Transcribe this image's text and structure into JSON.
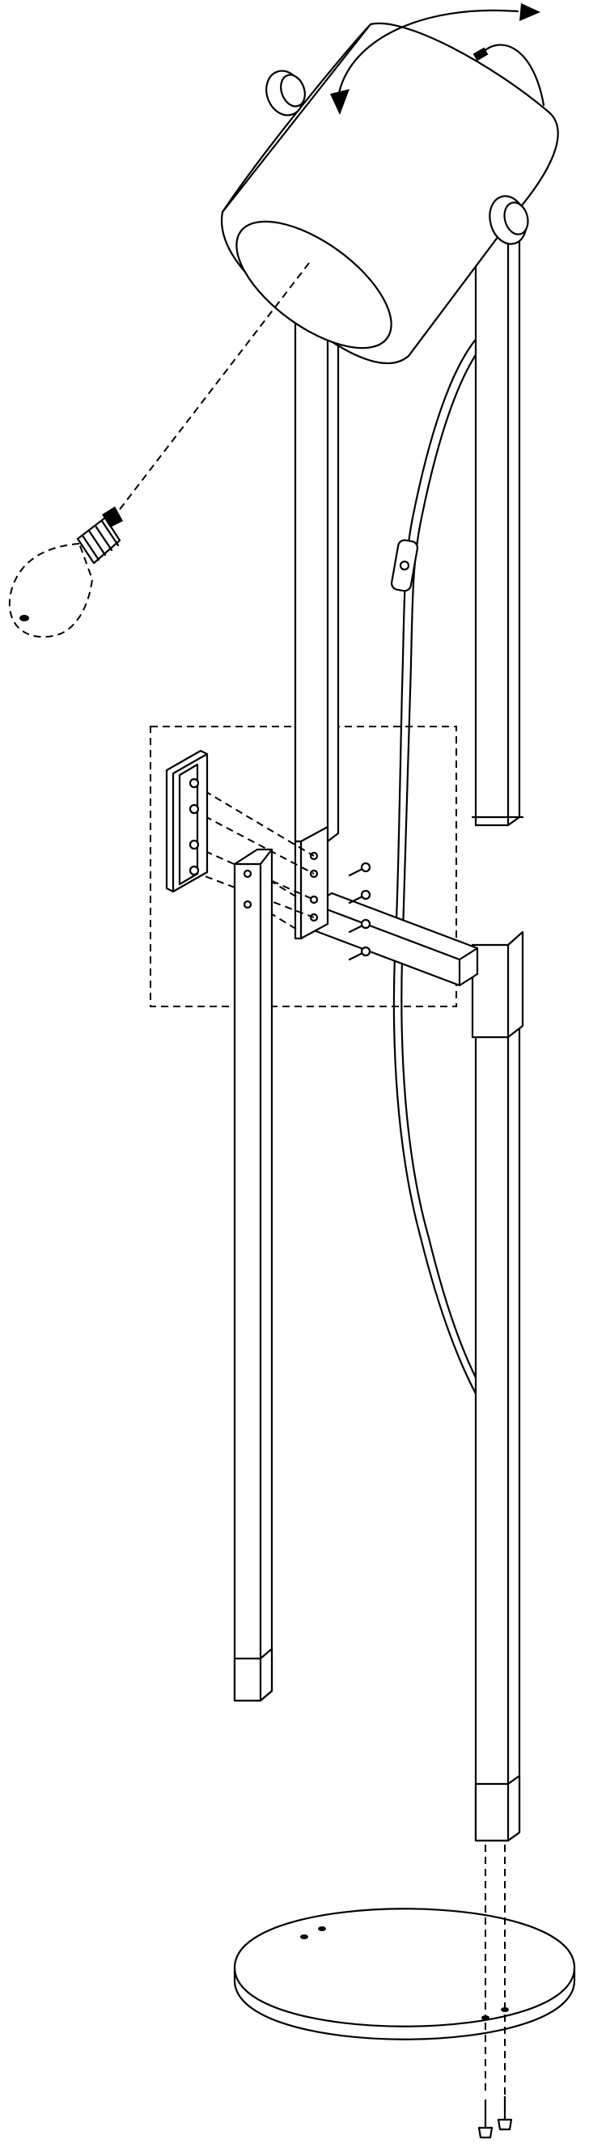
{
  "figure": {
    "kind": "assembly-instructions",
    "colors": {
      "line": "#000000",
      "background": "#ffffff"
    },
    "parts": [
      "lamp-shade",
      "shade-tilt-arrow",
      "shade-pivot-knob-left",
      "shade-pivot-knob-right",
      "light-bulb",
      "bulb-insertion-guide",
      "main-pole",
      "support-pole",
      "front-leg",
      "power-cord",
      "inline-switch",
      "pole-coupler-sleeve",
      "crossbar-arm",
      "mounting-plate",
      "mounting-bracket",
      "bracket-screws",
      "detail-callout-box",
      "round-base",
      "base-screws"
    ],
    "screw_counts": {
      "bracket": 4,
      "base": 2
    }
  }
}
